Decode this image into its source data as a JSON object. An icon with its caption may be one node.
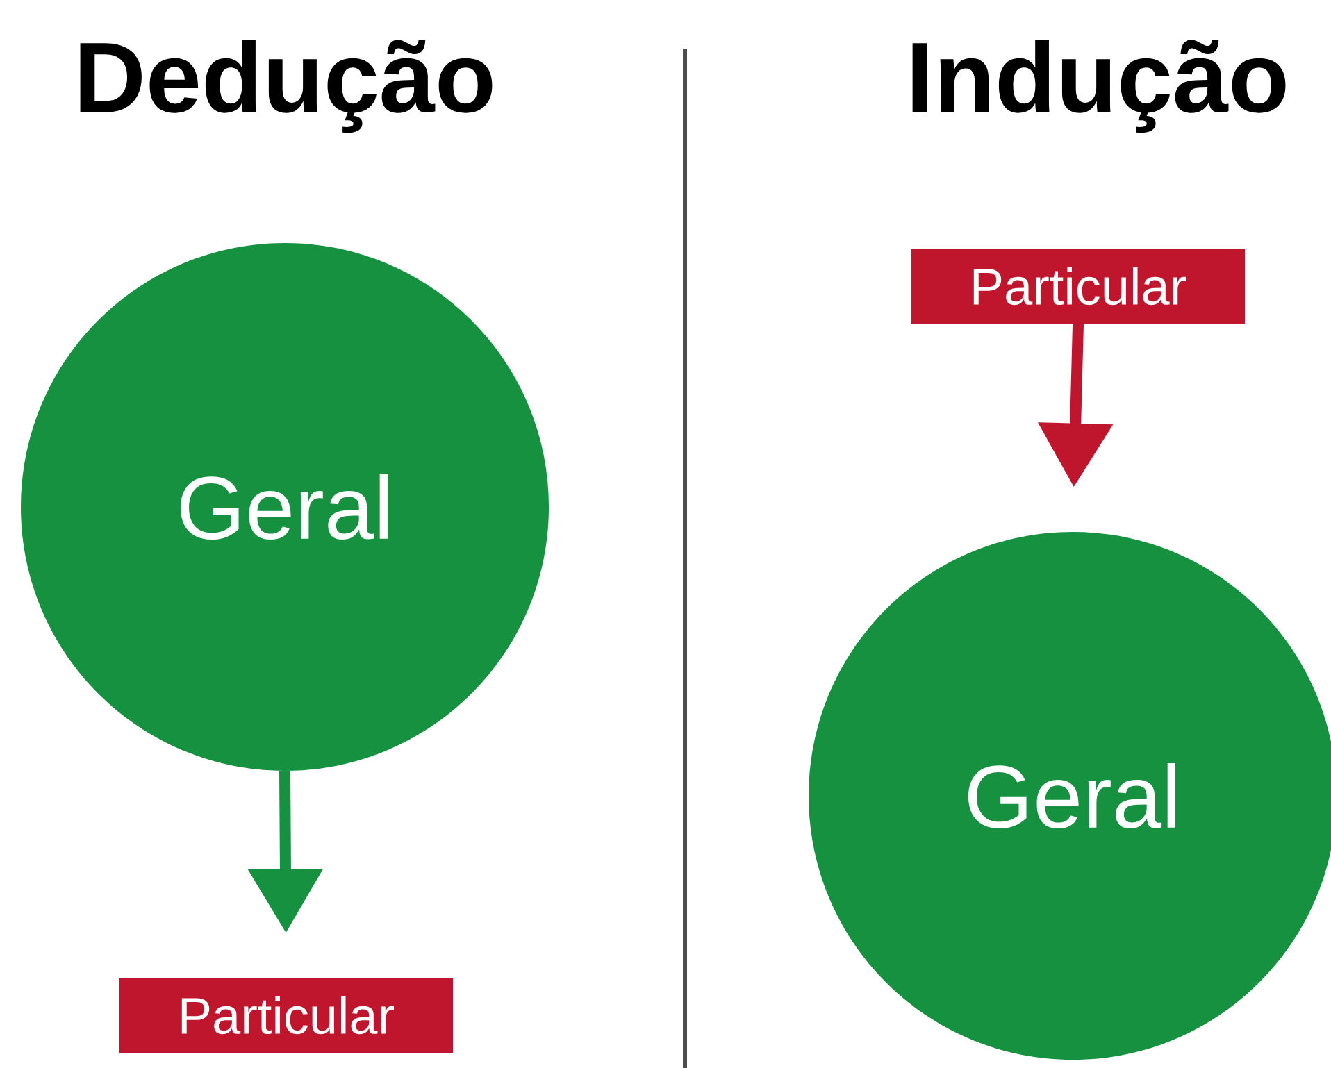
{
  "diagram": {
    "nodes": [
      {
        "text": [
          "Geral"
        ]
      },
      {
        "text": [
          "Particular"
        ]
      },
      {
        "text": [
          "Particular"
        ]
      },
      {
        "text": [
          "Geral"
        ]
      }
    ],
    "edges": [
      {
        "from": 0,
        "to": 1,
        "arrow": "to",
        "color": "#16913f"
      },
      {
        "from": 2,
        "to": 3,
        "arrow": "to",
        "color": "#c0162d"
      }
    ],
    "labels": [
      "Dedução",
      "Indução"
    ]
  }
}
